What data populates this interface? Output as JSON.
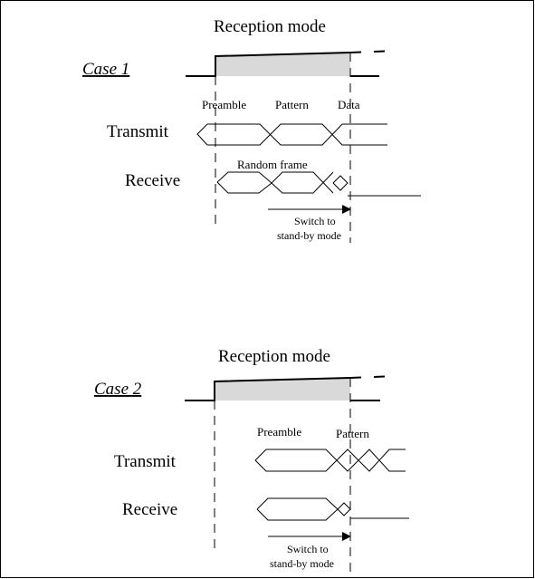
{
  "case1": {
    "title": "Reception mode",
    "label": "Case 1",
    "fields": {
      "preamble": "Preamble",
      "pattern": "Pattern",
      "data": "Data"
    },
    "transmit_label": "Transmit",
    "receive_label": "Receive",
    "receive_note": "Random frame",
    "switch_line1": "Switch to",
    "switch_line2": "stand-by mode"
  },
  "case2": {
    "title": "Reception mode",
    "label": "Case 2",
    "fields": {
      "preamble": "Preamble",
      "pattern": "Pattern"
    },
    "transmit_label": "Transmit",
    "receive_label": "Receive",
    "switch_line1": "Switch to",
    "switch_line2": "stand-by mode"
  },
  "colors": {
    "window_fill": "#d9d9d9",
    "stroke": "#000000"
  }
}
